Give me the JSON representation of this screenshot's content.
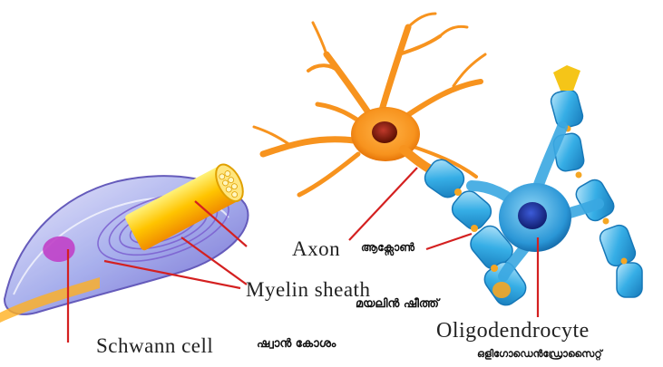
{
  "labels": {
    "axon": "Axon",
    "axon_ml": "ആക്സോൺ",
    "myelin_sheath": "Myelin sheath",
    "myelin_sheath_ml": "മയലിൻ ഷീത്ത്",
    "schwann_cell": "Schwann cell",
    "schwann_cell_ml": "ഷ്വാൻ കോശം",
    "oligodendrocyte": "Oligodendrocyte",
    "oligodendrocyte_ml": "ഒളിഗോഡെൻഡ്രോസൈറ്റ്"
  },
  "colors": {
    "neuron_body": "#f7931e",
    "neuron_nucleus": "#7a1a00",
    "axon_core": "#ffd21a",
    "myelin_blue": "#2ea8e0",
    "node_orange": "#f5a623",
    "schwann_purple": "#8a6fd8",
    "leader_line": "#d42020"
  }
}
